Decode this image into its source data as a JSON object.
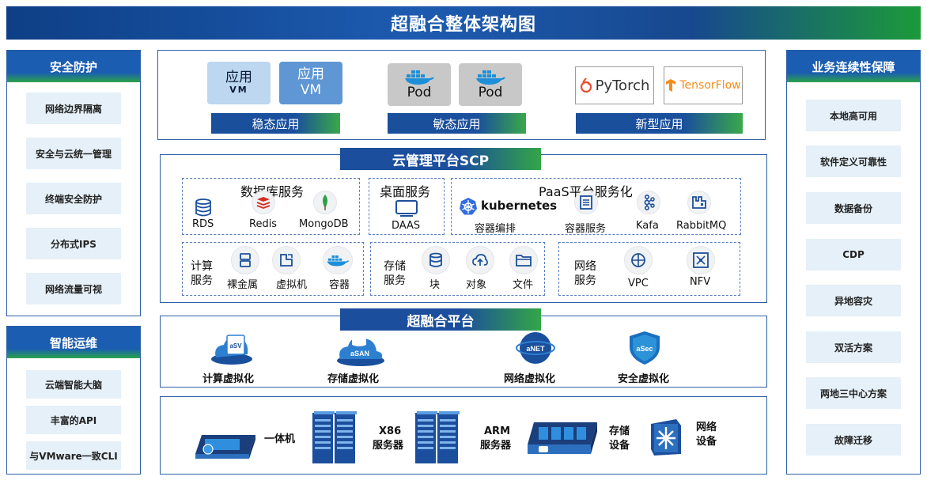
{
  "title": "超融合整体架构图",
  "left_security": {
    "heading": "安全防护",
    "items": [
      "网络边界隔离",
      "安全与云统一管理",
      "终端安全防护",
      "分布式IPS",
      "网络流量可视"
    ]
  },
  "left_ops": {
    "heading": "智能运维",
    "items": [
      "云端智能大脑",
      "丰富的API",
      "与VMware一致CLI"
    ]
  },
  "right_continuity": {
    "heading": "业务连续性保障",
    "items": [
      "本地高可用",
      "软件定义可靠性",
      "数据备份",
      "CDP",
      "异地容灾",
      "双活方案",
      "两地三中心方案",
      "故障迁移"
    ]
  },
  "apps": {
    "box1": {
      "line1": "应用",
      "line2": "VM"
    },
    "box2": {
      "line1": "应用",
      "line2": "VM"
    },
    "pod1": "Pod",
    "pod2": "Pod",
    "pytorch": "PyTorch",
    "tensorflow": "TensorFlow",
    "label_stable": "稳态应用",
    "label_sensitive": "敏态应用",
    "label_new": "新型应用"
  },
  "scp": {
    "title": "云管理平台SCP",
    "db": {
      "heading": "数据库服务",
      "rds": "RDS",
      "redis": "Redis",
      "mongodb": "MongoDB"
    },
    "desktop": {
      "heading": "桌面服务",
      "daas": "DAAS"
    },
    "paas": {
      "heading": "PaaS平台服务化",
      "k8s": "kubernetes",
      "orchestration": "容器编排",
      "container_service": "容器服务",
      "kafka": "Kafa",
      "rabbitmq": "RabbitMQ"
    },
    "compute": {
      "heading_l1": "计算",
      "heading_l2": "服务",
      "bare_metal": "裸金属",
      "vm": "虚拟机",
      "container": "容器"
    },
    "storage": {
      "heading_l1": "存储",
      "heading_l2": "服务",
      "block": "块",
      "object": "对象",
      "file": "文件"
    },
    "network": {
      "heading_l1": "网络",
      "heading_l2": "服务",
      "vpc": "VPC",
      "nfv": "NFV"
    }
  },
  "hci": {
    "title": "超融合平台",
    "compute": {
      "badge": "aSV",
      "label": "计算虚拟化"
    },
    "storage": {
      "badge": "aSAN",
      "label": "存储虚拟化"
    },
    "network": {
      "badge": "aNET",
      "label": "网络虚拟化"
    },
    "security": {
      "badge": "aSec",
      "label": "安全虚拟化"
    }
  },
  "hardware": {
    "all_in_one": "一体机",
    "x86_l1": "X86",
    "x86_l2": "服务器",
    "arm_l1": "ARM",
    "arm_l2": "服务器",
    "storage_l1": "存储",
    "storage_l2": "设备",
    "network_l1": "网络",
    "network_l2": "设备"
  },
  "colors": {
    "primary_blue": "#1b4e9c",
    "accent_green": "#33a647",
    "item_bg": "#e5f0f8",
    "border": "#2d5fa6"
  }
}
